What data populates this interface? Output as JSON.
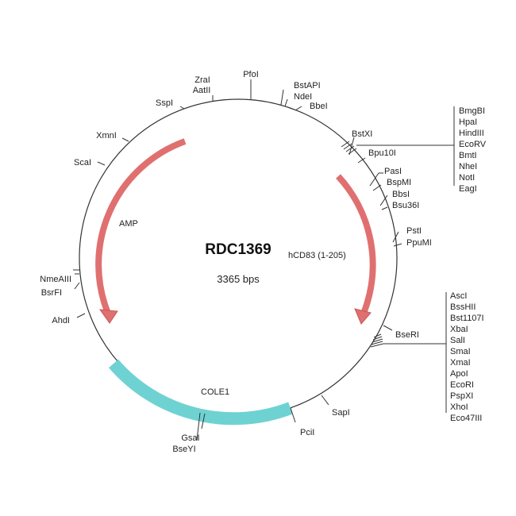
{
  "plasmid": {
    "name": "RDC1369",
    "size": "3365 bps"
  },
  "features": [
    {
      "name": "AMP",
      "color": "#e07070",
      "direction": "counterclockwise"
    },
    {
      "name": "hCD83 (1-205)",
      "color": "#e07070",
      "direction": "clockwise"
    },
    {
      "name": "COLE1",
      "color": "#6fd2d2"
    }
  ],
  "sites": [
    "PfoI",
    "ZraI",
    "AatII",
    "SspI",
    "XmnI",
    "ScaI",
    "BstAPI",
    "NdeI",
    "BbeI",
    "BstXI",
    "Bpu10I",
    "PasI",
    "BspMI",
    "BbsI",
    "Bsu36I",
    "PstI",
    "PpuMI",
    "BseRI",
    "SapI",
    "PciI",
    "GsaI",
    "BseYI",
    "AhdI",
    "BsrFI",
    "NmeAIII"
  ],
  "cluster_top_right": [
    "BmgBI",
    "HpaI",
    "HindIII",
    "EcoRV",
    "BmtI",
    "NheI",
    "NotI",
    "EagI"
  ],
  "cluster_bottom_right": [
    "AscI",
    "BssHII",
    "Bst1107I",
    "XbaI",
    "SalI",
    "SmaI",
    "XmaI",
    "ApoI",
    "EcoRI",
    "PspXI",
    "XhoI",
    "Eco47III"
  ]
}
